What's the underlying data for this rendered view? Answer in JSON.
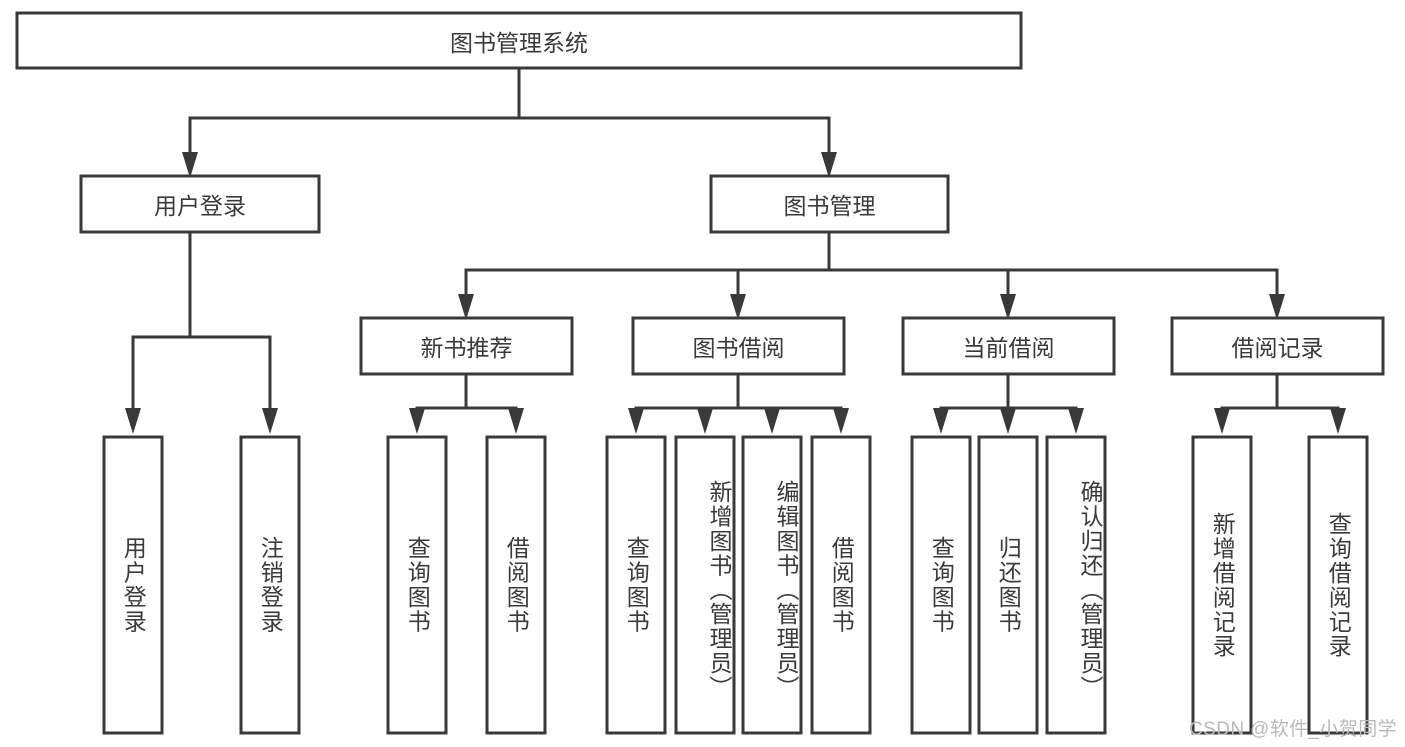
{
  "diagram": {
    "type": "tree",
    "title": "图书管理系统",
    "watermark": "CSDN @软件_小贺同学",
    "colors": {
      "stroke": "#393939",
      "box_fill": "#ffffff",
      "text": "#3a3a3a",
      "background": "#ffffff",
      "watermark": "#b9b9b9"
    },
    "levels": {
      "root": {
        "label": "图书管理系统",
        "orientation": "horizontal"
      },
      "level2": [
        {
          "label": "用户登录",
          "orientation": "horizontal"
        },
        {
          "label": "图书管理",
          "orientation": "horizontal"
        }
      ],
      "level3": [
        {
          "label": "新书推荐",
          "orientation": "horizontal"
        },
        {
          "label": "图书借阅",
          "orientation": "horizontal"
        },
        {
          "label": "当前借阅",
          "orientation": "horizontal"
        },
        {
          "label": "借阅记录",
          "orientation": "horizontal"
        }
      ],
      "leaves_user_login": [
        {
          "label": "用户登录",
          "orientation": "vertical"
        },
        {
          "label": "注销登录",
          "orientation": "vertical"
        }
      ],
      "leaves_new_book": [
        {
          "label": "查询图书",
          "orientation": "vertical"
        },
        {
          "label": "借阅图书",
          "orientation": "vertical"
        }
      ],
      "leaves_borrow": [
        {
          "label": "查询图书",
          "orientation": "vertical"
        },
        {
          "label": "新增图书（管理员）",
          "orientation": "vertical"
        },
        {
          "label": "编辑图书（管理员）",
          "orientation": "vertical"
        },
        {
          "label": "借阅图书",
          "orientation": "vertical"
        }
      ],
      "leaves_current": [
        {
          "label": "查询图书",
          "orientation": "vertical"
        },
        {
          "label": "归还图书",
          "orientation": "vertical"
        },
        {
          "label": "确认归还（管理员）",
          "orientation": "vertical"
        }
      ],
      "leaves_records": [
        {
          "label": "新增借阅记录",
          "orientation": "vertical"
        },
        {
          "label": "查询借阅记录",
          "orientation": "vertical"
        }
      ]
    }
  }
}
